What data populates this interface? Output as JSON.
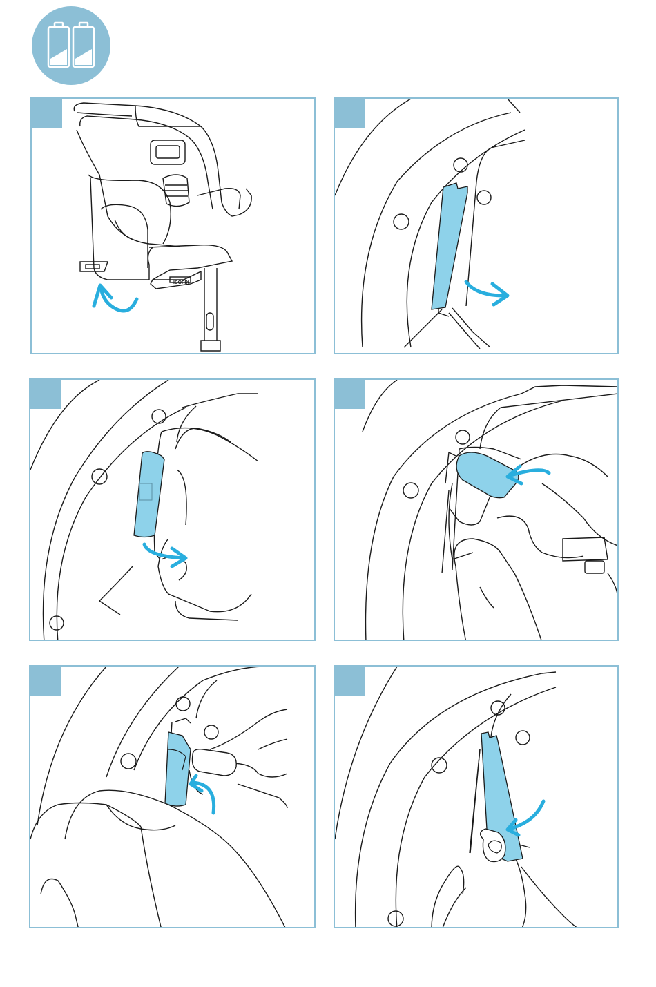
{
  "header": {
    "icon": "battery-pair-icon",
    "accent_color": "#8cbfd6",
    "highlight_color": "#29aede"
  },
  "steps": [
    {
      "number": "",
      "label_on_seat": "ISOFIX",
      "illustration": "car-seat-rotated-battery-compartment"
    },
    {
      "number": "",
      "illustration": "open-battery-cover-with-screwdriver"
    },
    {
      "number": "",
      "illustration": "remove-battery-cover"
    },
    {
      "number": "",
      "illustration": "insert-batteries"
    },
    {
      "number": "",
      "illustration": "press-batteries-in"
    },
    {
      "number": "",
      "illustration": "close-battery-cover"
    }
  ]
}
